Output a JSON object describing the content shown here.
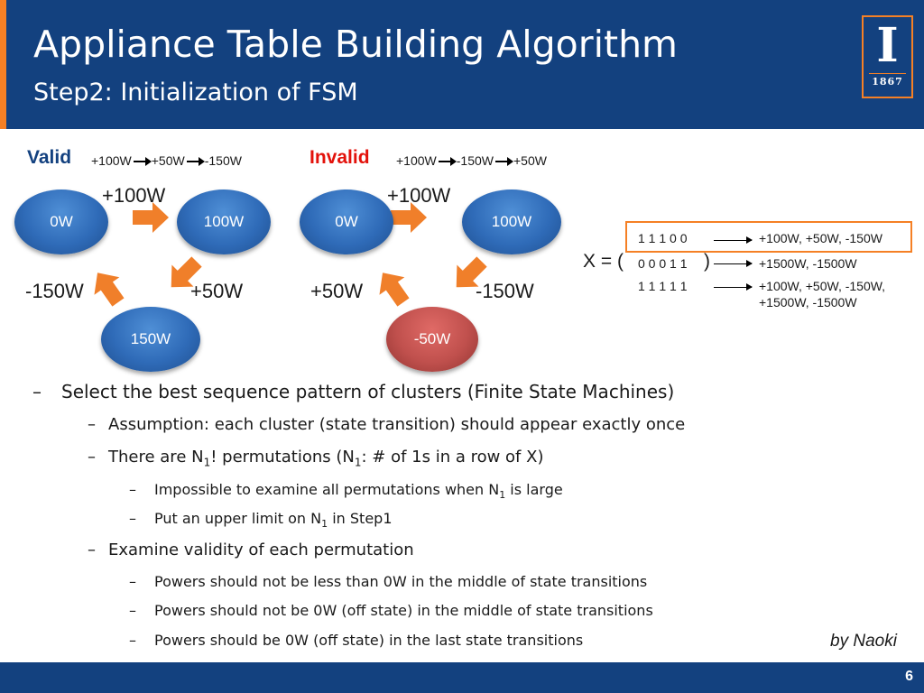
{
  "header": {
    "title": "Appliance Table Building Algorithm",
    "subtitle": "Step2: Initialization of FSM",
    "logo_year": "1867",
    "logo_mark": "I"
  },
  "valid": {
    "label": "Valid",
    "sequence": [
      "+100W",
      "+50W",
      "-150W"
    ],
    "nodes": [
      "0W",
      "100W",
      "150W"
    ],
    "edges": [
      "+100W",
      "+50W",
      "-150W"
    ]
  },
  "invalid": {
    "label": "Invalid",
    "sequence": [
      "+100W",
      "-150W",
      "+50W"
    ],
    "nodes": [
      "0W",
      "100W",
      "-50W"
    ],
    "edges": [
      "+100W",
      "-150W",
      "+50W"
    ]
  },
  "matrix": {
    "label_open": "X = (",
    "label_close": ")",
    "rows": [
      {
        "bits": "1 1 1 0 0",
        "result": "+100W, +50W, -150W"
      },
      {
        "bits": "0 0 0 1 1",
        "result": "+1500W, -1500W"
      },
      {
        "bits": "1 1 1 1 1",
        "result_line1": "+100W, +50W, -150W,",
        "result_line2": "+1500W, -1500W"
      }
    ]
  },
  "bullets": {
    "l1_a": "Select the best sequence pattern of clusters (Finite State Machines)",
    "l2_a": "Assumption: each cluster (state transition) should appear exactly once",
    "l2_b_pre": "There are N",
    "l2_b_sub1": "1",
    "l2_b_mid": "! permutations (N",
    "l2_b_sub2": "1",
    "l2_b_post": ": # of 1s in a row of X)",
    "l3_a_pre": "Impossible to examine all permutations when N",
    "l3_a_sub": "1",
    "l3_a_post": " is large",
    "l3_b_pre": "Put an upper limit on N",
    "l3_b_sub": "1",
    "l3_b_post": " in Step1",
    "l2_c": "Examine validity of each permutation",
    "l3_c": "Powers should not be less than 0W in the middle of state transitions",
    "l3_d": "Powers should not be 0W (off state) in the middle of state transitions",
    "l3_e": "Powers should be 0W (off state) in the last state transitions",
    "dash": "–"
  },
  "byline": "by Naoki",
  "page_number": "6",
  "colors": {
    "header_blue": "#13417f",
    "accent_orange": "#f58025",
    "valid_blue": "#13417f",
    "invalid_red": "#e3120b",
    "node_blue": "#2f6bb8",
    "node_red": "#c0504d",
    "arrow_orange": "#f07f2a"
  }
}
